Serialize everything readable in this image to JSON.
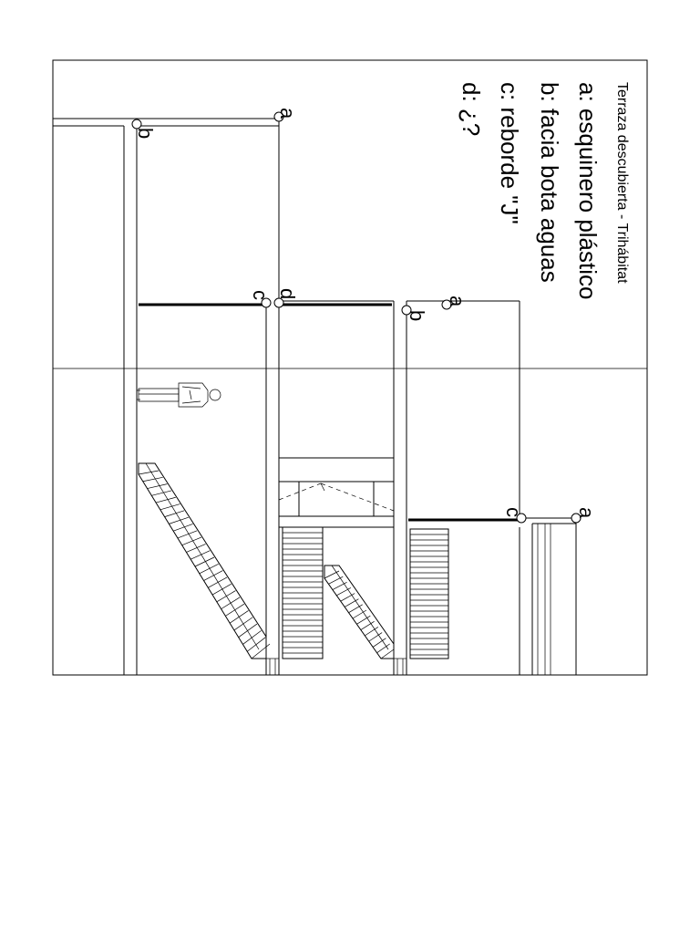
{
  "legend": {
    "title": "Terraza descubierta - Trihábitat",
    "items": [
      "a: esquinero plástico",
      "b: facia bota aguas",
      "c: reborde \"J\"",
      "d: ¿?"
    ]
  },
  "markers": {
    "a": "a",
    "b": "b",
    "c": "c",
    "d": "d"
  },
  "colors": {
    "line": "#000000",
    "paper": "#ffffff"
  }
}
